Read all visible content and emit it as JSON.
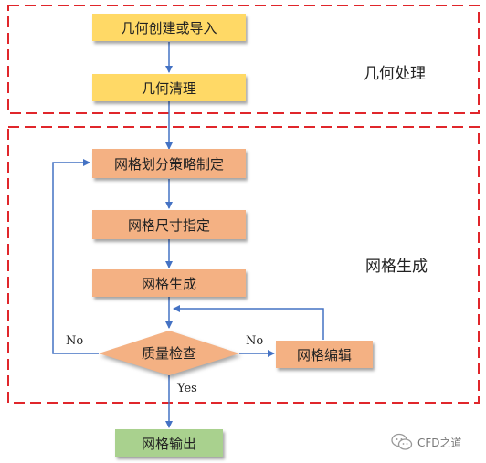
{
  "sections": {
    "geometry": "几何处理",
    "mesh": "网格生成"
  },
  "nodes": {
    "geometry_import": "几何创建或导入",
    "geometry_cleanup": "几何清理",
    "mesh_strategy": "网格划分策略制定",
    "mesh_size": "网格尺寸指定",
    "mesh_generate": "网格生成",
    "quality_check": "质量检查",
    "mesh_edit": "网格编辑",
    "mesh_output": "网格输出"
  },
  "edge_labels": {
    "no_left": "No",
    "no_right": "No",
    "yes": "Yes"
  },
  "watermark": {
    "text": "CFD之道",
    "icon": "wechat-icon"
  },
  "colors": {
    "dashed_border": "#e0262b",
    "arrow": "#4472c4",
    "geometry_box": "#ffd966",
    "mesh_box": "#f4b183",
    "output_box": "#a9d18e"
  }
}
